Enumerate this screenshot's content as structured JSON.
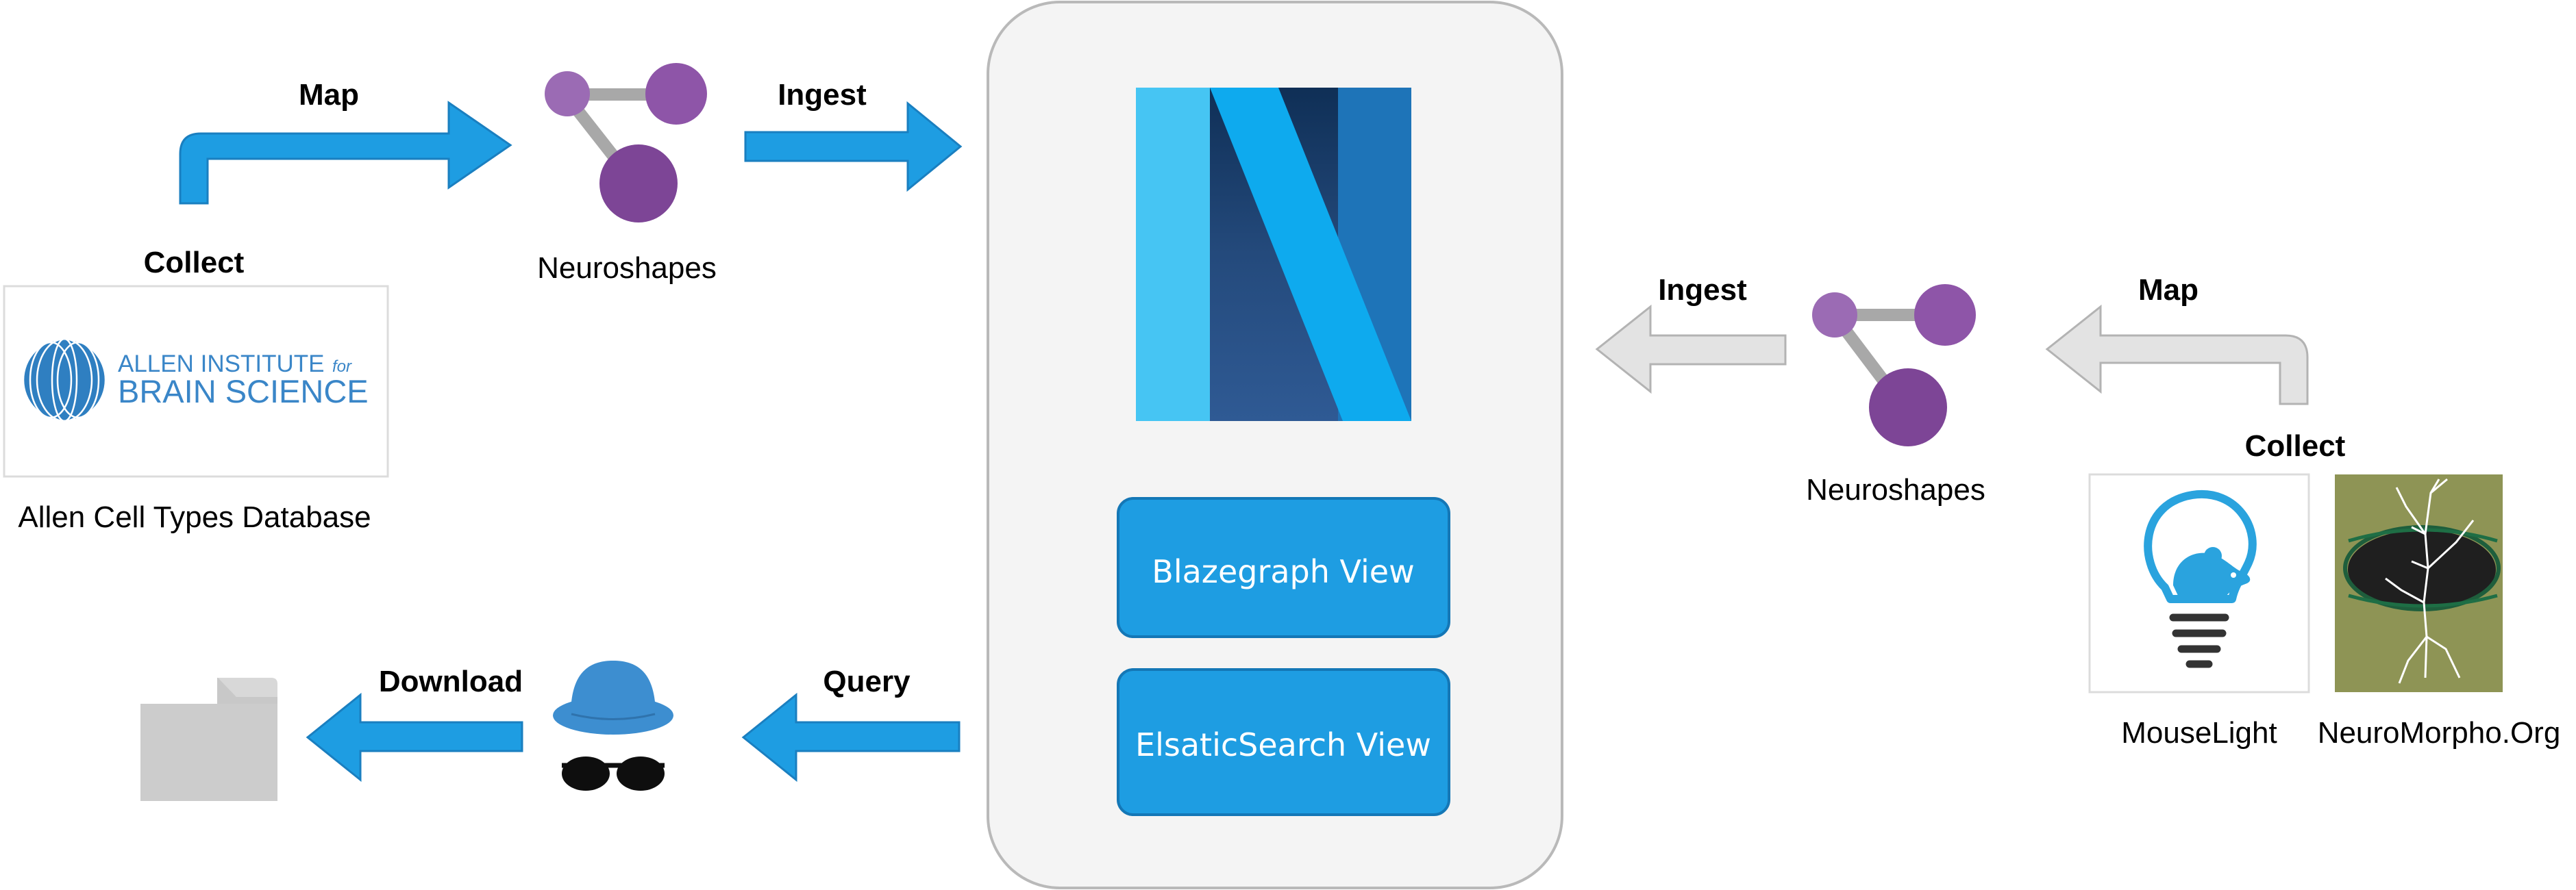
{
  "left_pipeline": {
    "map_label": "Map",
    "ingest_label": "Ingest",
    "collect_label": "Collect",
    "neuroshapes_label": "Neuroshapes",
    "source_name": "Allen Cell Types Database",
    "logo": {
      "line1": "ALLEN INSTITUTE",
      "line1_suffix": "for",
      "line2": "BRAIN SCIENCE"
    }
  },
  "right_pipeline": {
    "ingest_label": "Ingest",
    "map_label": "Map",
    "collect_label": "Collect",
    "neuroshapes_label": "Neuroshapes",
    "sources": [
      "MouseLight",
      "NeuroMorpho.Org"
    ]
  },
  "nexus": {
    "views": [
      "Blazegraph View",
      "ElsaticSearch View"
    ]
  },
  "query_pipeline": {
    "query_label": "Query",
    "download_label": "Download"
  },
  "colors": {
    "arrow_blue": "#1e9de2",
    "arrow_grey": "#e3e3e3",
    "node_purple_light": "#9b6bb4",
    "node_purple_dark": "#7d4596",
    "view_button": "#1e9de2",
    "nexus_panel": "#f4f4f4"
  }
}
